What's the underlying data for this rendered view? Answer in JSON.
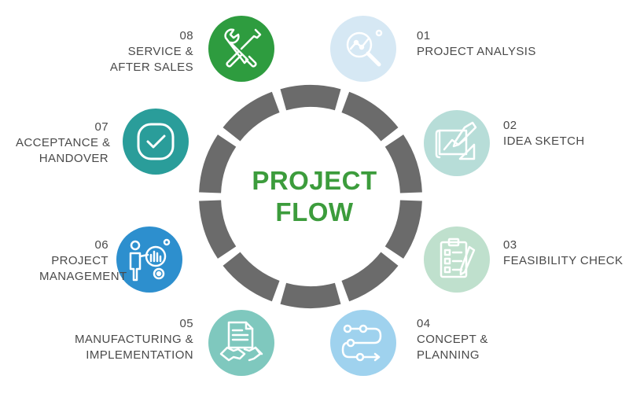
{
  "title": {
    "line1": "PROJECT",
    "line2": "FLOW"
  },
  "colors": {
    "title": "#3c9c3c",
    "ring": "#6b6b6b",
    "text": "#4a4a4a"
  },
  "steps": [
    {
      "number": "01",
      "line1": "PROJECT ANALYSIS",
      "line2": "",
      "icon": "magnifier-chart-icon",
      "color": "#d6e8f4"
    },
    {
      "number": "02",
      "line1": "IDEA SKETCH",
      "line2": "",
      "icon": "blueprint-pencil-icon",
      "color": "#b7ddd8"
    },
    {
      "number": "03",
      "line1": "FEASIBILITY CHECK",
      "line2": "",
      "icon": "clipboard-checklist-icon",
      "color": "#bfe0cd"
    },
    {
      "number": "04",
      "line1": "CONCEPT &",
      "line2": "PLANNING",
      "icon": "flow-path-icon",
      "color": "#9fd2ee"
    },
    {
      "number": "05",
      "line1": "MANUFACTURING &",
      "line2": "IMPLEMENTATION",
      "icon": "document-handshake-icon",
      "color": "#7fc8be"
    },
    {
      "number": "06",
      "line1": "PROJECT",
      "line2": "MANAGEMENT",
      "icon": "manager-gears-icon",
      "color": "#2d8fce"
    },
    {
      "number": "07",
      "line1": "ACCEPTANCE &",
      "line2": "HANDOVER",
      "icon": "checkmark-circle-icon",
      "color": "#2a9d9a"
    },
    {
      "number": "08",
      "line1": "SERVICE &",
      "line2": "AFTER SALES",
      "icon": "wrench-screwdriver-icon",
      "color": "#2e9c3f"
    }
  ]
}
